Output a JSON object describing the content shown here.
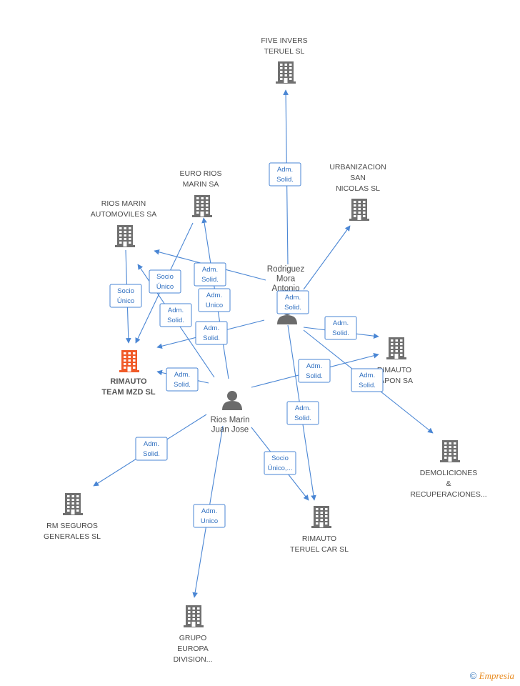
{
  "colors": {
    "edge": "#4a86d4",
    "company": "#707070",
    "focus": "#f05a28",
    "person": "#6b6b6b"
  },
  "nodes": [
    {
      "id": "five_invers",
      "kind": "company",
      "lines": [
        "FIVE INVERS",
        "TERUEL SL"
      ]
    },
    {
      "id": "urbanizacion",
      "kind": "company",
      "lines": [
        "URBANIZACION",
        "SAN",
        "NICOLAS SL"
      ]
    },
    {
      "id": "euro_rios",
      "kind": "company",
      "lines": [
        "EURO RIOS",
        "MARIN SA"
      ]
    },
    {
      "id": "rios_marin_auto",
      "kind": "company",
      "lines": [
        "RIOS MARIN",
        "AUTOMOVILES SA"
      ]
    },
    {
      "id": "rimauto_team",
      "kind": "focus",
      "lines": [
        "RIMAUTO",
        "TEAM MZD SL"
      ]
    },
    {
      "id": "rimauto_japon",
      "kind": "company",
      "lines": [
        "RIMAUTO",
        "JAPON SA"
      ]
    },
    {
      "id": "demoliciones",
      "kind": "company",
      "lines": [
        "DEMOLICIONES",
        "&",
        "RECUPERACIONES..."
      ]
    },
    {
      "id": "rm_seguros",
      "kind": "company",
      "lines": [
        "RM SEGUROS",
        "GENERALES SL"
      ]
    },
    {
      "id": "rimauto_teruel",
      "kind": "company",
      "lines": [
        "RIMAUTO",
        "TERUEL CAR  SL"
      ]
    },
    {
      "id": "grupo_europa",
      "kind": "company",
      "lines": [
        "GRUPO",
        "EUROPA",
        "DIVISION..."
      ]
    },
    {
      "id": "rodriguez",
      "kind": "person",
      "lines": [
        "Rodriguez",
        "Mora",
        "Antonio"
      ]
    },
    {
      "id": "rios_juan",
      "kind": "person",
      "lines": [
        "Rios Marin",
        "Juan Jose"
      ]
    }
  ],
  "edges": [
    {
      "from": "rodriguez",
      "to": "five_invers",
      "badge": [
        "Adm.",
        "Solid."
      ]
    },
    {
      "from": "rodriguez",
      "to": "urbanizacion",
      "badge": [
        "Adm.",
        "Solid."
      ]
    },
    {
      "from": "rodriguez",
      "to": "rios_marin_auto",
      "badge": [
        "Adm.",
        "Solid."
      ]
    },
    {
      "from": "rodriguez",
      "to": "rimauto_team",
      "badge": [
        "Adm.",
        "Solid."
      ]
    },
    {
      "from": "rodriguez",
      "to": "rimauto_japon",
      "badge": [
        "Adm.",
        "Solid."
      ]
    },
    {
      "from": "rodriguez",
      "to": "demoliciones",
      "badge": [
        "Adm.",
        "Solid."
      ]
    },
    {
      "from": "rodriguez",
      "to": "rimauto_teruel",
      "badge": [
        "Adm.",
        "Solid."
      ]
    },
    {
      "from": "rios_marin_auto",
      "to": "rimauto_team",
      "badge": [
        "Socio",
        "Único"
      ]
    },
    {
      "from": "euro_rios",
      "to": "rimauto_team",
      "badge": [
        "Socio",
        "Único"
      ]
    },
    {
      "from": "rios_juan",
      "to": "euro_rios",
      "badge": [
        "Adm.",
        "Unico"
      ]
    },
    {
      "from": "rios_juan",
      "to": "rios_marin_auto",
      "badge": [
        "Adm.",
        "Solid."
      ]
    },
    {
      "from": "rios_juan",
      "to": "rimauto_team",
      "badge": [
        "Adm.",
        "Solid."
      ]
    },
    {
      "from": "rios_juan",
      "to": "rimauto_japon",
      "badge": [
        "Adm.",
        "Solid."
      ]
    },
    {
      "from": "rios_juan",
      "to": "rm_seguros",
      "badge": [
        "Adm.",
        "Solid."
      ]
    },
    {
      "from": "rios_juan",
      "to": "grupo_europa",
      "badge": [
        "Adm.",
        "Unico"
      ]
    },
    {
      "from": "rios_juan",
      "to": "rimauto_teruel",
      "badge": [
        "Socio",
        "Único,..."
      ]
    }
  ],
  "footer": {
    "copyright": "©",
    "brand": "Empresia"
  }
}
